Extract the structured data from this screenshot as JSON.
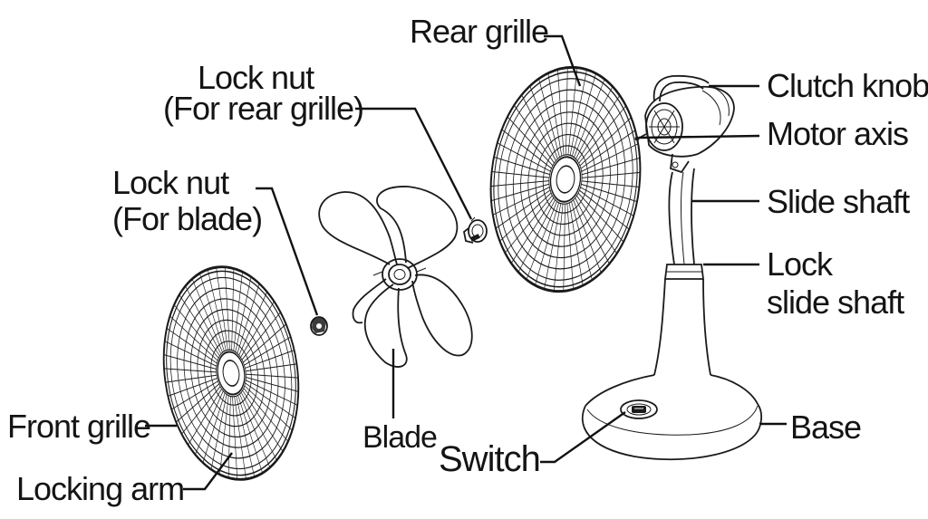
{
  "labels": {
    "rear_grille": "Rear grille",
    "lock_nut_rear_line1": "Lock nut",
    "lock_nut_rear_line2": "(For rear grille)",
    "lock_nut_blade_line1": "Lock nut",
    "lock_nut_blade_line2": "(For blade)",
    "clutch_knob": "Clutch knob",
    "motor_axis": "Motor axis",
    "slide_shaft": "Slide shaft",
    "lock_slide_shaft_line1": "Lock",
    "lock_slide_shaft_line2": "slide shaft",
    "base": "Base",
    "switch": "Switch",
    "blade": "Blade",
    "front_grille": "Front grille",
    "locking_arm": "Locking arm"
  }
}
